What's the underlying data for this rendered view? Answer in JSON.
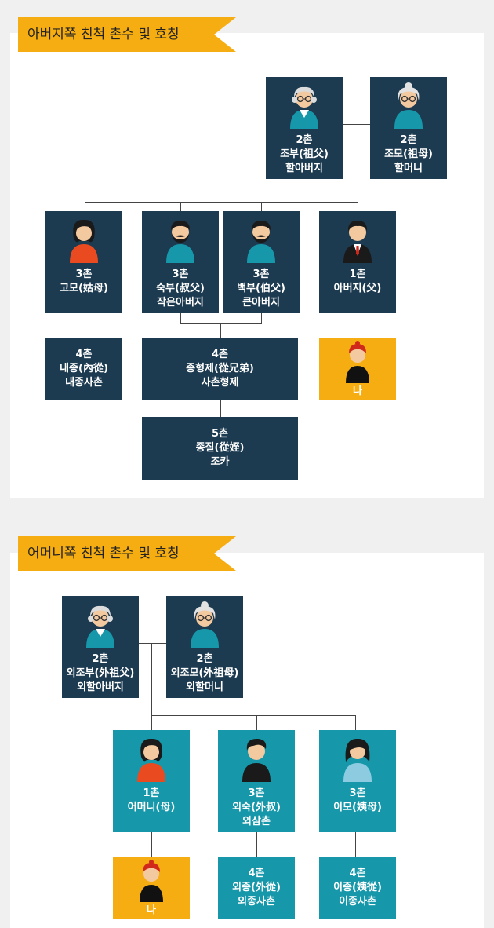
{
  "paternal": {
    "title": "아버지쪽 친척 촌수 및 호칭",
    "grandfather": {
      "lines": [
        "2촌",
        "조부(祖父)",
        "할아버지"
      ],
      "avatar": "grandfather-icon"
    },
    "grandmother": {
      "lines": [
        "2촌",
        "조모(祖母)",
        "할머니"
      ],
      "avatar": "grandmother-icon"
    },
    "aunt": {
      "lines": [
        "3촌",
        "고모(姑母)"
      ],
      "avatar": "woman-icon"
    },
    "younger_uncle": {
      "lines": [
        "3촌",
        "숙부(叔父)",
        "작은아버지"
      ],
      "avatar": "bearded-man-icon"
    },
    "elder_uncle": {
      "lines": [
        "3촌",
        "백부(伯父)",
        "큰아버지"
      ],
      "avatar": "bearded-man-icon"
    },
    "father": {
      "lines": [
        "1촌",
        "아버지(父)"
      ],
      "avatar": "man-suit-icon"
    },
    "aunt_child": {
      "lines": [
        "4촌",
        "내종(內從)",
        "내종사촌"
      ]
    },
    "cousins": {
      "lines": [
        "4촌",
        "종형제(從兄弟)",
        "사촌형제"
      ]
    },
    "me": {
      "label": "나",
      "avatar": "child-icon"
    },
    "nephew": {
      "lines": [
        "5촌",
        "종질(從姪)",
        "조카"
      ]
    }
  },
  "maternal": {
    "title": "어머니쪽 친척 촌수 및 호칭",
    "grandfather": {
      "lines": [
        "2촌",
        "외조부(外祖父)",
        "외할아버지"
      ],
      "avatar": "grandfather-icon"
    },
    "grandmother": {
      "lines": [
        "2촌",
        "외조모(外祖母)",
        "외할머니"
      ],
      "avatar": "grandmother-icon"
    },
    "mother": {
      "lines": [
        "1촌",
        "어머니(母)"
      ],
      "avatar": "woman-icon"
    },
    "uncle": {
      "lines": [
        "3촌",
        "외숙(外叔)",
        "외삼촌"
      ],
      "avatar": "man-icon"
    },
    "aunt": {
      "lines": [
        "3촌",
        "이모(姨母)"
      ],
      "avatar": "woman-bob-icon"
    },
    "me": {
      "label": "나",
      "avatar": "child-icon"
    },
    "uncle_child": {
      "lines": [
        "4촌",
        "외종(外從)",
        "외종사촌"
      ]
    },
    "aunt_child": {
      "lines": [
        "4촌",
        "이종(姨從)",
        "이종사촌"
      ]
    }
  },
  "colors": {
    "navy": "#1c3a50",
    "teal": "#1798aa",
    "me": "#f5ad12",
    "banner": "#f5ad12"
  }
}
